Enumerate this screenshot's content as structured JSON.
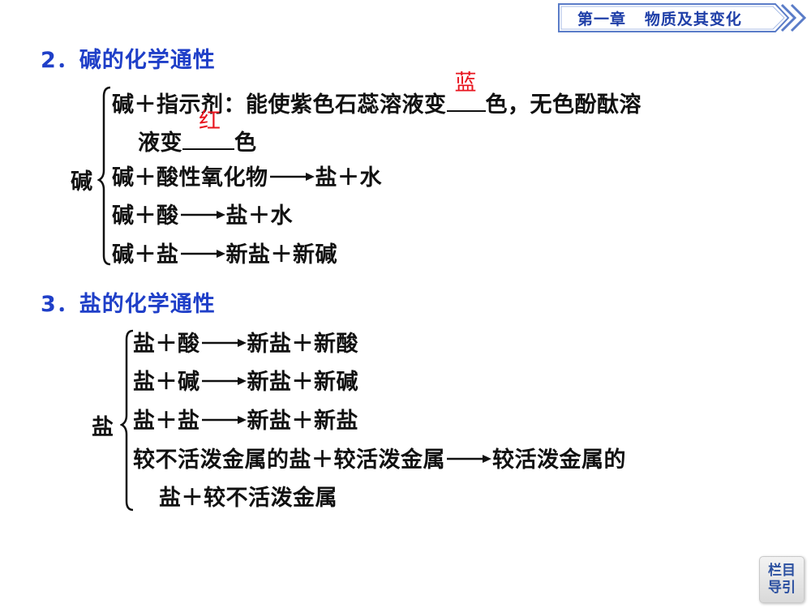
{
  "header": {
    "chapter": "第一章",
    "topic": "物质及其变化",
    "banner_text": "第一章   物质及其变化",
    "banner_color": "#4a6fc0"
  },
  "sections": [
    {
      "title": "2．碱的化学通性",
      "brace_label": "碱",
      "lines": [
        {
          "before": "碱＋指示剂：能使紫色石蕊溶液变",
          "answer": "蓝",
          "after": "色，无色酚酞溶"
        },
        {
          "before": "液变",
          "answer": "红",
          "after": "色"
        },
        {
          "lhs": "碱＋酸性氧化物",
          "rhs": "盐＋水"
        },
        {
          "lhs": "碱＋酸",
          "rhs": "盐＋水"
        },
        {
          "lhs": "碱＋盐",
          "rhs": "新盐＋新碱"
        }
      ]
    },
    {
      "title": "3．盐的化学通性",
      "brace_label": "盐",
      "lines": [
        {
          "lhs": "盐＋酸",
          "rhs": "新盐＋新酸"
        },
        {
          "lhs": "盐＋碱",
          "rhs": "新盐＋新碱"
        },
        {
          "lhs": "盐＋盐",
          "rhs": "新盐＋新盐"
        },
        {
          "lhs": "较不活泼金属的盐＋较活泼金属",
          "rhs": "较活泼金属的"
        },
        {
          "text": "盐＋较不活泼金属"
        }
      ]
    }
  ],
  "colors": {
    "title": "#1f3fc8",
    "answer": "#e8141e",
    "body_text": "#111111"
  },
  "nav": {
    "line1": "栏目",
    "line2": "导引"
  }
}
